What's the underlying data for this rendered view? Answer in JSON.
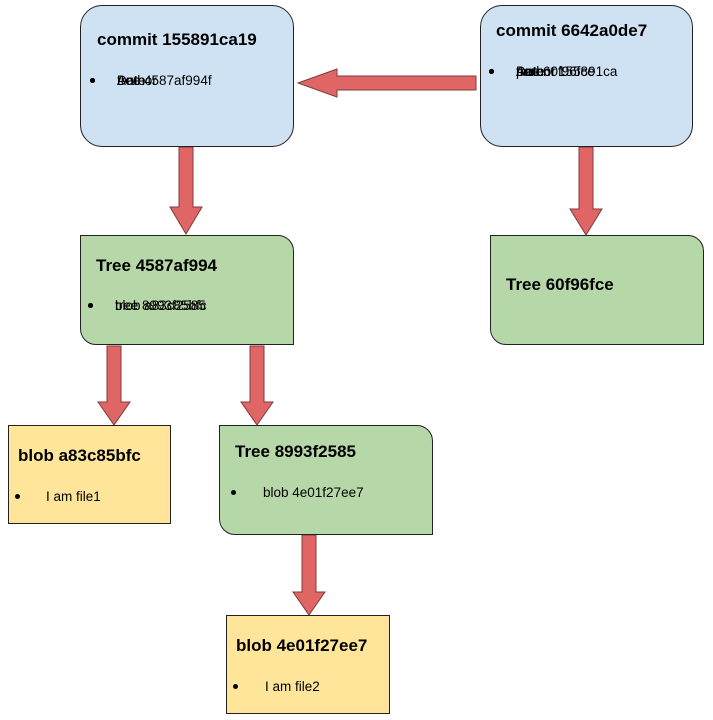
{
  "commit1": {
    "title": "commit 155891ca19",
    "items": [
      "Author",
      "Date",
      "tree 4587af994f"
    ]
  },
  "commit2": {
    "title": "commit 6642a0de7",
    "items": [
      "Author",
      "Date",
      "tree 60f96fce",
      "parent 155891ca"
    ]
  },
  "tree1": {
    "title": "Tree 4587af994",
    "items": [
      "blob a83c85bfc",
      "tree 8993f2585"
    ]
  },
  "tree2": {
    "title": "Tree 60f96fce",
    "items": []
  },
  "tree3": {
    "title": "Tree 8993f2585",
    "items": [
      "blob 4e01f27ee7"
    ]
  },
  "blob1": {
    "title": "blob a83c85bfc",
    "items": [
      "I am file1"
    ]
  },
  "blob2": {
    "title": "blob 4e01f27ee7",
    "items": [
      "I am file2"
    ]
  },
  "colors": {
    "commit_fill": "#cfe2f3",
    "tree_fill": "#b6d7a8",
    "blob_fill": "#ffe599",
    "arrow_fill": "#e06666",
    "arrow_stroke": "#7f3b3b"
  }
}
